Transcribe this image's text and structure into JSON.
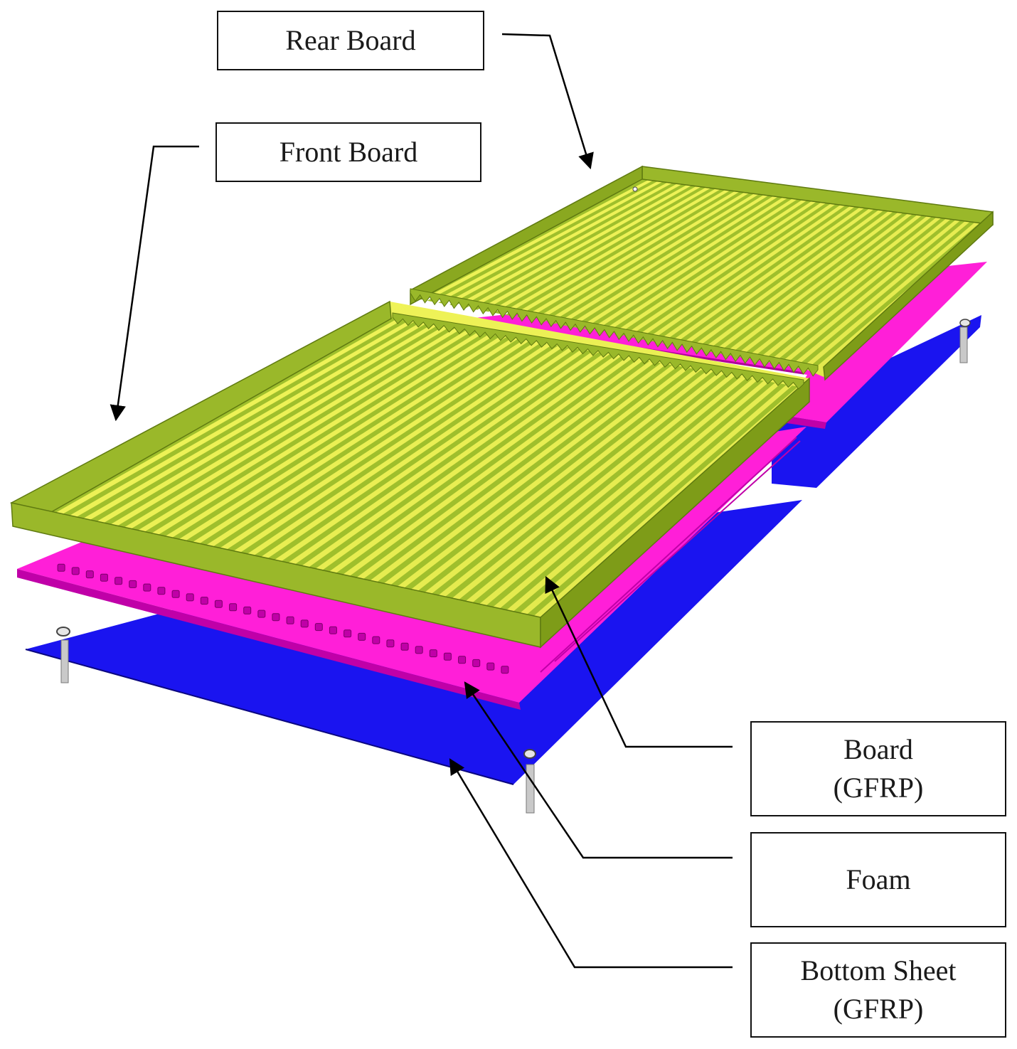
{
  "labels": {
    "rear_board": "Rear Board",
    "front_board": "Front Board",
    "board_line1": "Board",
    "board_line2": "(GFRP)",
    "foam": "Foam",
    "bottom_sheet_line1": "Bottom Sheet",
    "bottom_sheet_line2": "(GFRP)"
  },
  "colors": {
    "board_frame": "#9ab82a",
    "board_frame_dark": "#6f8a14",
    "board_rib_light": "#f2f55a",
    "board_rib_dark": "#9fbf2c",
    "foam": "#ff1fd8",
    "foam_dark": "#c000a8",
    "bottom_sheet": "#1a14f0",
    "leader_line": "#000000"
  }
}
